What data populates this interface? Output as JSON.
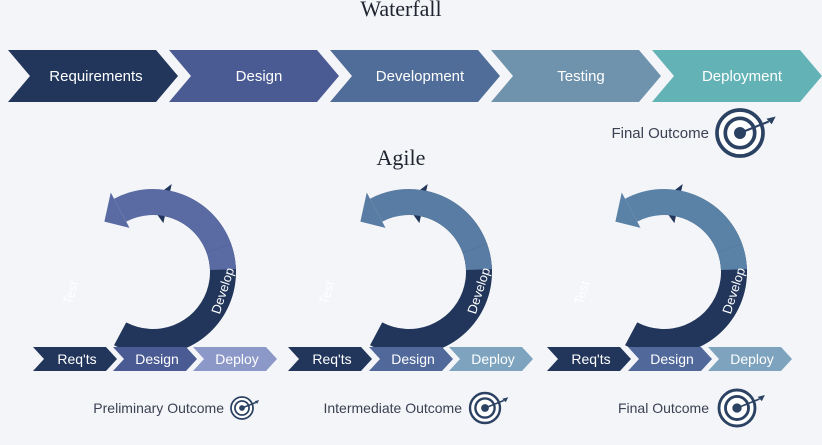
{
  "waterfall": {
    "title": "Waterfall",
    "phases": [
      {
        "label": "Requirements",
        "color": "#22365c"
      },
      {
        "label": "Design",
        "color": "#4a5a93"
      },
      {
        "label": "Development",
        "color": "#4f6d98"
      },
      {
        "label": "Testing",
        "color": "#6f93ad"
      },
      {
        "label": "Deployment",
        "color": "#63b2b6"
      }
    ],
    "outcome": {
      "label": "Final Outcome",
      "icon": "target-icon"
    }
  },
  "agile": {
    "title": "Agile",
    "iterations": [
      {
        "loop": {
          "left_label": "Test",
          "right_label": "Develop",
          "left_color": "#5a6aa3",
          "right_color": "#22365c"
        },
        "steps": [
          {
            "label": "Req'ts",
            "color": "#22365c"
          },
          {
            "label": "Design",
            "color": "#4a5a93"
          },
          {
            "label": "Deploy",
            "color": "#8b98c8"
          }
        ],
        "outcome": {
          "label": "Preliminary Outcome",
          "icon": "target-icon"
        }
      },
      {
        "loop": {
          "left_label": "Test",
          "right_label": "Develop",
          "left_color": "#587ca3",
          "right_color": "#22365c"
        },
        "steps": [
          {
            "label": "Req'ts",
            "color": "#22365c"
          },
          {
            "label": "Design",
            "color": "#50689a"
          },
          {
            "label": "Deploy",
            "color": "#7ea3bf"
          }
        ],
        "outcome": {
          "label": "Intermediate Outcome",
          "icon": "target-icon"
        }
      },
      {
        "loop": {
          "left_label": "Test",
          "right_label": "Develop",
          "left_color": "#5a82a7",
          "right_color": "#22365c"
        },
        "steps": [
          {
            "label": "Req'ts",
            "color": "#22365c"
          },
          {
            "label": "Design",
            "color": "#50689a"
          },
          {
            "label": "Deploy",
            "color": "#7ea3bf"
          }
        ],
        "outcome": {
          "label": "Final Outcome",
          "icon": "target-icon"
        }
      }
    ]
  }
}
